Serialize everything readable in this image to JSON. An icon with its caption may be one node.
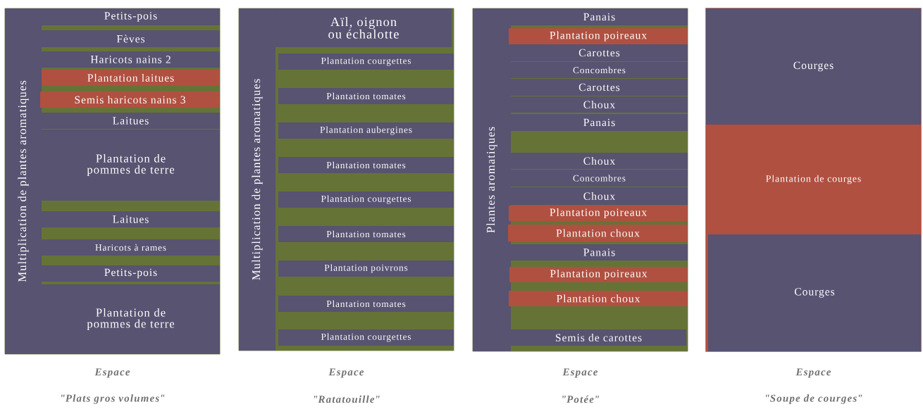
{
  "diagram": {
    "nodes": [
      {
        "text": [],
        "shape": "box",
        "beside": [
          "Espace",
          "\"Plats gros volumes\""
        ]
      },
      {
        "text": [
          "Multiplication de plantes aromatiques"
        ],
        "in": 0
      },
      {
        "text": [
          "Petits-pois"
        ],
        "in": 0
      },
      {
        "text": [
          "Fèves"
        ],
        "in": 0
      },
      {
        "text": [
          "Haricots nains 2"
        ],
        "in": 0
      },
      {
        "text": [
          "Plantation laitues"
        ],
        "in": 0
      },
      {
        "text": [
          "Semis haricots nains 3"
        ],
        "in": 0
      },
      {
        "text": [
          "Laitues"
        ],
        "in": 0
      },
      {
        "text": [
          "Plantation de pommes de terre"
        ],
        "in": 0
      },
      {
        "text": [
          "Laitues"
        ],
        "in": 0
      },
      {
        "text": [
          "Haricots à rames"
        ],
        "in": 0
      },
      {
        "text": [
          "Petits-pois"
        ],
        "in": 0
      },
      {
        "text": [
          "Plantation de pommes de terre"
        ],
        "in": 0
      },
      {
        "text": [],
        "shape": "box",
        "beside": [
          "Espace",
          "\"Ratatouille\""
        ]
      },
      {
        "text": [
          "Multiplication de plantes aromatiques"
        ],
        "in": 13
      },
      {
        "text": [
          "Aïl, oignon ou échalotte"
        ],
        "in": 13
      },
      {
        "text": [
          "Plantation courgettes"
        ],
        "in": 13
      },
      {
        "text": [
          "Plantation tomates"
        ],
        "in": 13
      },
      {
        "text": [
          "Plantation aubergines"
        ],
        "in": 13
      },
      {
        "text": [
          "Plantation tomates"
        ],
        "in": 13
      },
      {
        "text": [
          "Plantation courgettes"
        ],
        "in": 13
      },
      {
        "text": [
          "Plantation tomates"
        ],
        "in": 13
      },
      {
        "text": [
          "Plantation poivrons"
        ],
        "in": 13
      },
      {
        "text": [
          "Plantation tomates"
        ],
        "in": 13
      },
      {
        "text": [
          "Plantation courgettes"
        ],
        "in": 13
      },
      {
        "text": [],
        "shape": "box",
        "beside": [
          "Espace",
          "\"Potée\""
        ]
      },
      {
        "text": [
          "Plantes aromatiques"
        ],
        "in": 25
      },
      {
        "text": [
          "Panais"
        ],
        "in": 25
      },
      {
        "text": [
          "Plantation poireaux"
        ],
        "in": 25
      },
      {
        "text": [
          "Carottes"
        ],
        "in": 25
      },
      {
        "text": [
          "Concombres"
        ],
        "in": 25
      },
      {
        "text": [
          "Carottes"
        ],
        "in": 25
      },
      {
        "text": [
          "Choux"
        ],
        "in": 25
      },
      {
        "text": [
          "Panais"
        ],
        "in": 25
      },
      {
        "text": [
          "Choux"
        ],
        "in": 25
      },
      {
        "text": [
          "Concombres"
        ],
        "in": 25
      },
      {
        "text": [
          "Choux"
        ],
        "in": 25
      },
      {
        "text": [
          "Plantation poireaux"
        ],
        "in": 25
      },
      {
        "text": [
          "Plantation choux"
        ],
        "in": 25
      },
      {
        "text": [
          "Panais"
        ],
        "in": 25
      },
      {
        "text": [
          "Plantation poireaux"
        ],
        "in": 25
      },
      {
        "text": [
          "Plantation choux"
        ],
        "in": 25
      },
      {
        "text": [
          "Semis de carottes"
        ],
        "in": 25
      },
      {
        "text": [],
        "shape": "box",
        "beside": [
          "Espace",
          "\"Soupe de courges\""
        ]
      },
      {
        "text": [
          "Courges"
        ],
        "in": 43
      },
      {
        "text": [
          "Plantation de courges"
        ],
        "in": 43
      },
      {
        "text": [
          "Courges"
        ],
        "in": 43
      }
    ]
  }
}
